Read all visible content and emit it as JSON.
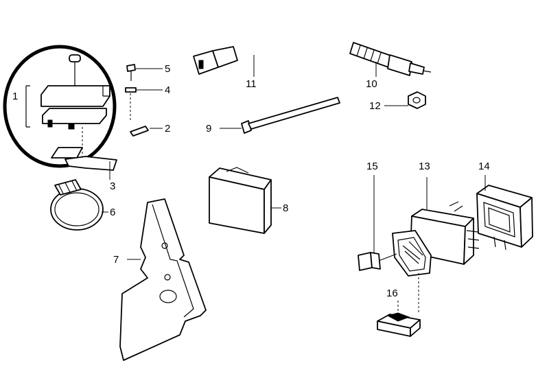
{
  "labels": {
    "p1": "1",
    "p2": "2",
    "p3": "3",
    "p4": "4",
    "p5": "5",
    "p6": "6",
    "p7": "7",
    "p8": "8",
    "p9": "9",
    "p10": "10",
    "p11": "11",
    "p12": "12",
    "p13": "13",
    "p14": "14",
    "p15": "15",
    "p16": "16"
  }
}
